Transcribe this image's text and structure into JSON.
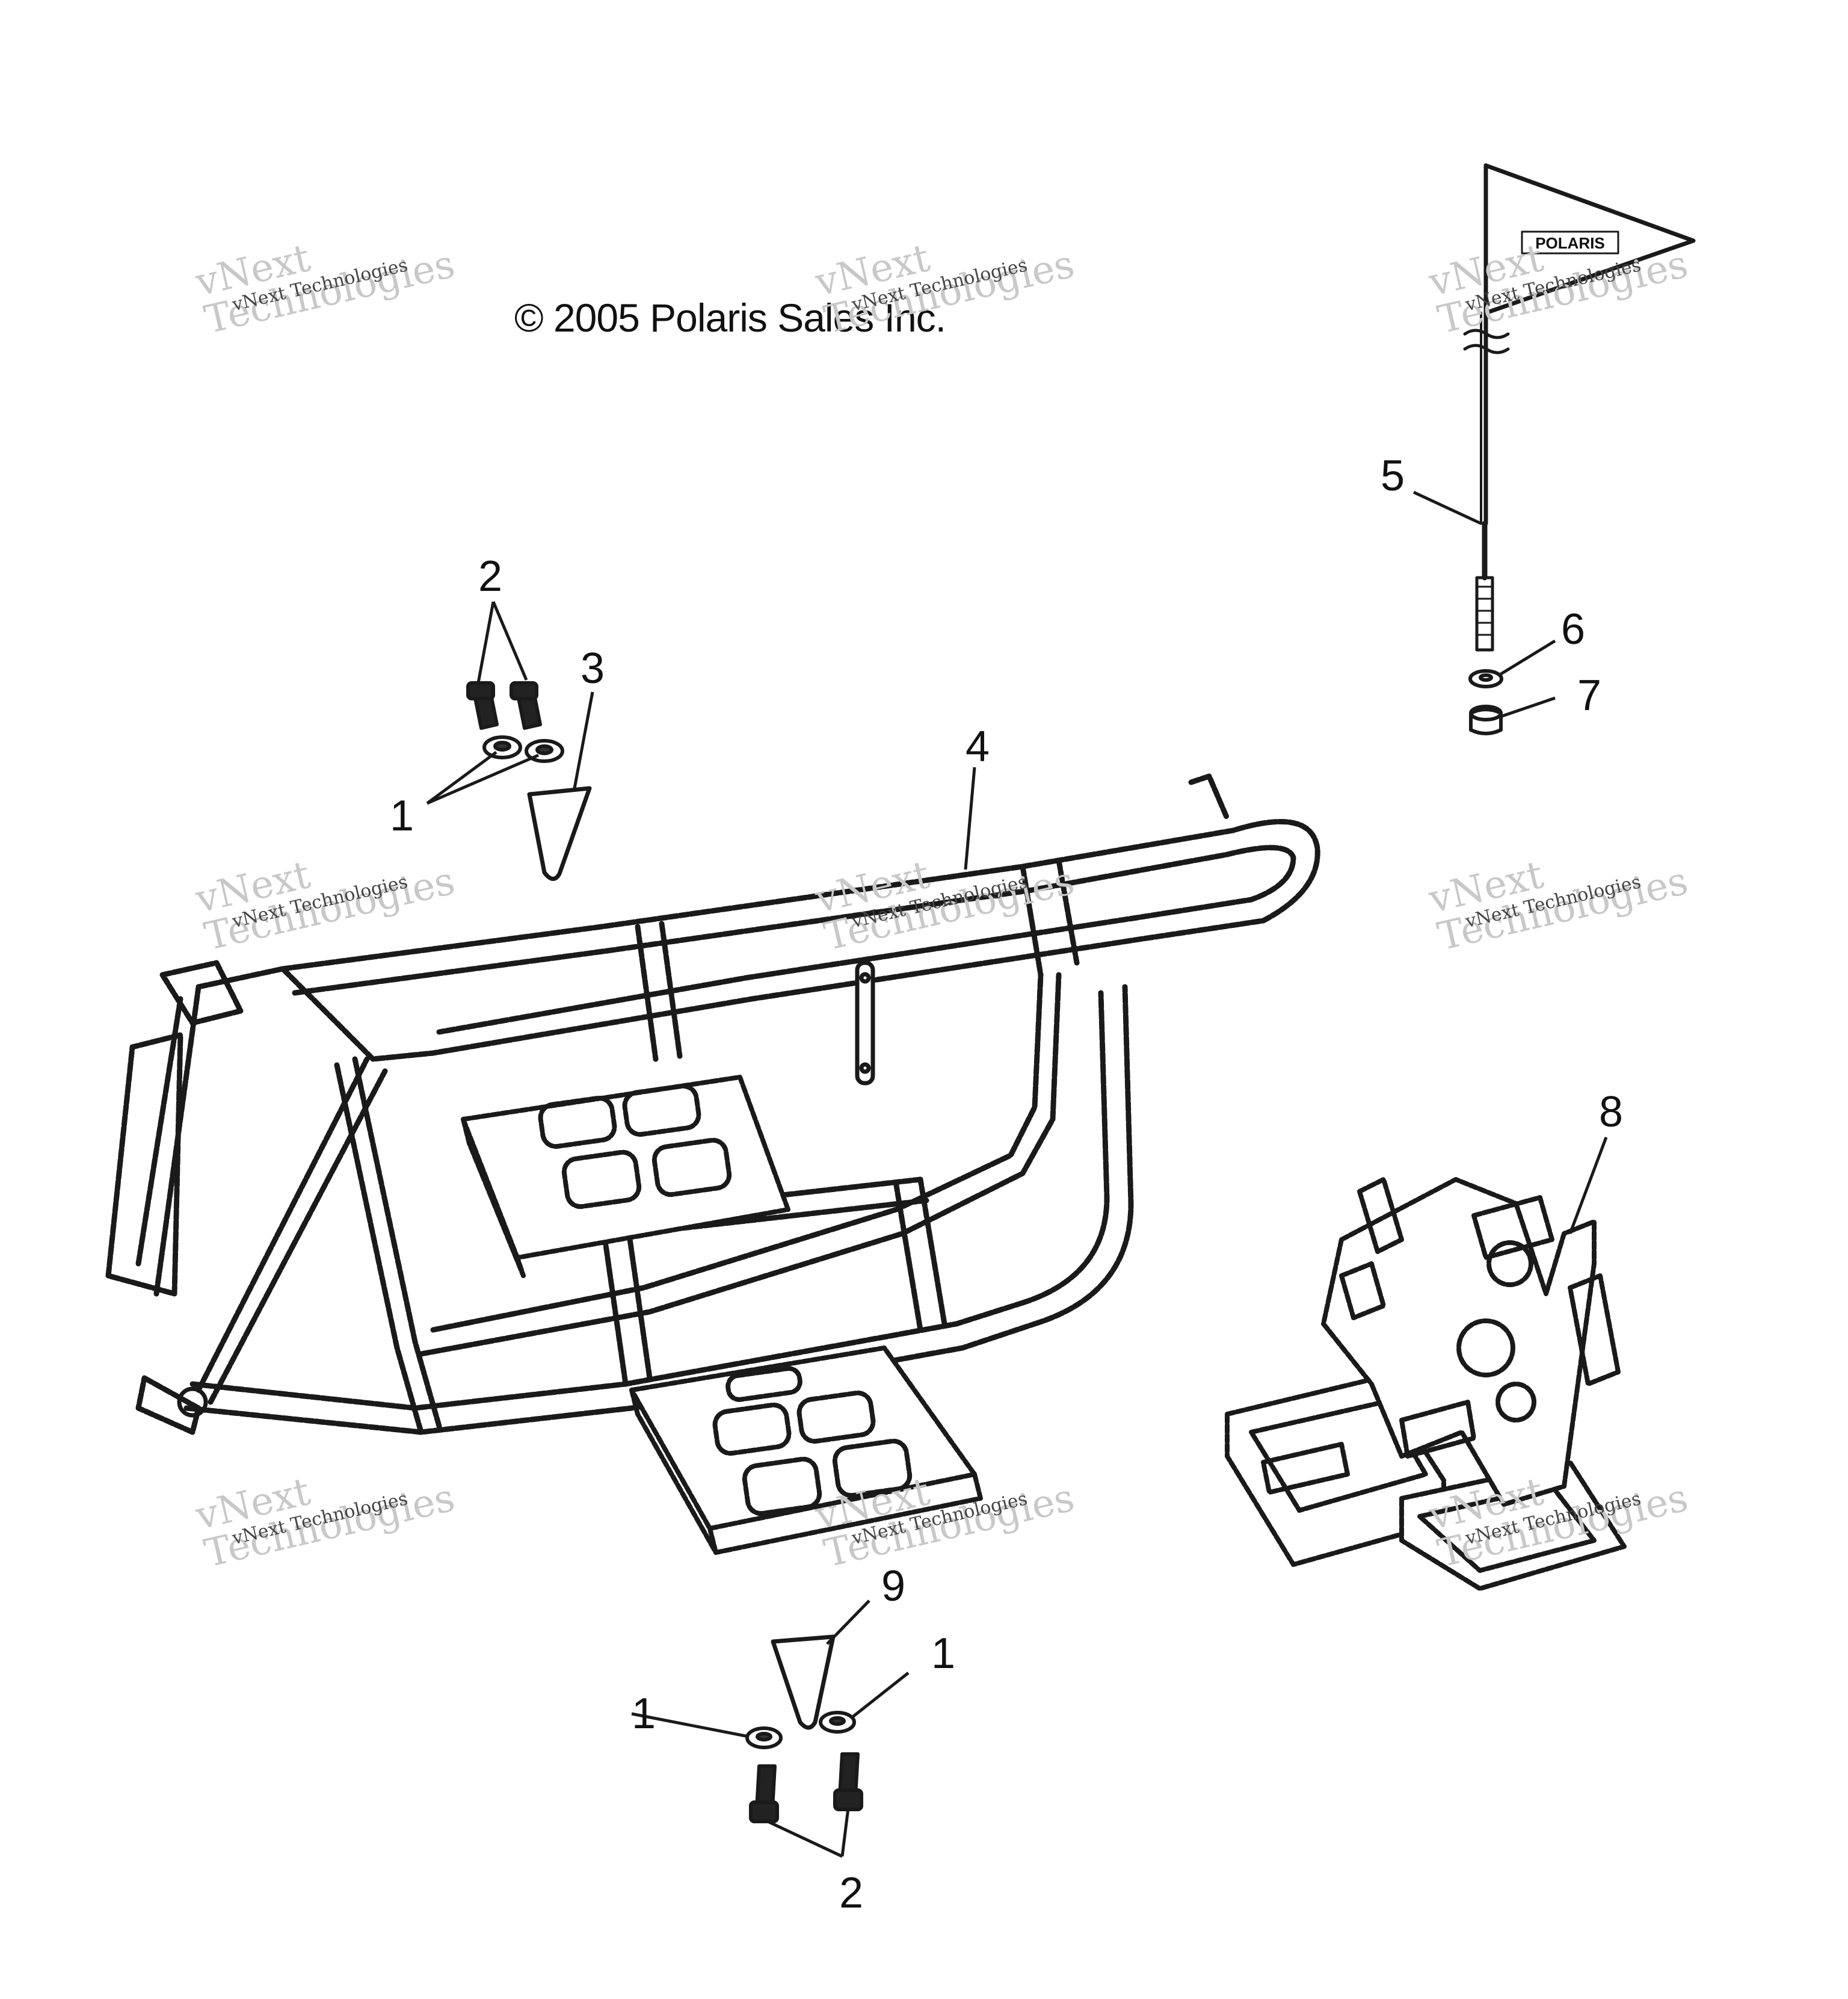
{
  "copyright": "© 2005 Polaris Sales Inc.",
  "flag_text": "POLARIS",
  "watermark": {
    "line1": "vNext",
    "line2": "Technologies",
    "small": "vNext Technologies"
  },
  "callouts": [
    "1",
    "1",
    "1",
    "2",
    "2",
    "3",
    "4",
    "5",
    "6",
    "7",
    "8",
    "9"
  ],
  "colors": {
    "ink": "#1a1a1a",
    "watermark": "#c8c8c8",
    "background": "#ffffff"
  }
}
